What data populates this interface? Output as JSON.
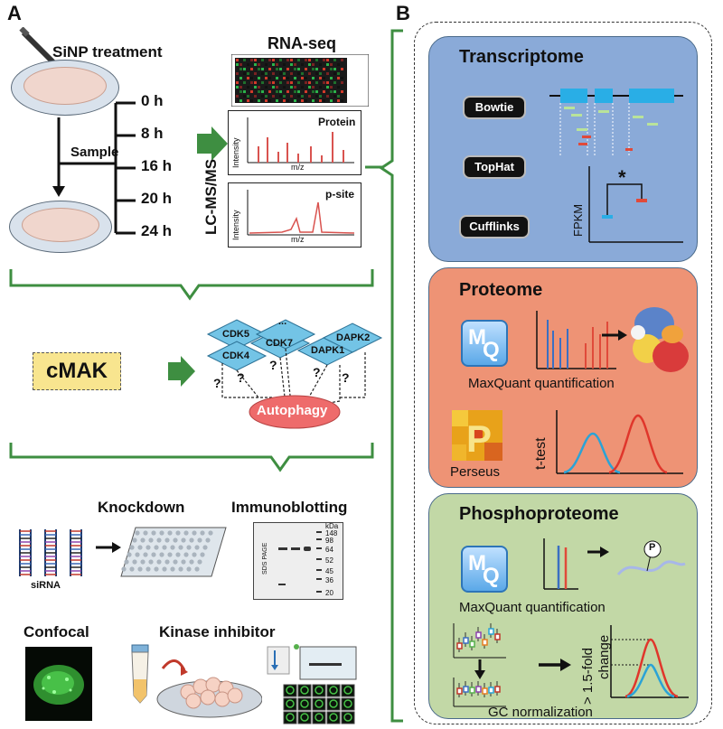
{
  "panel_a": {
    "label": "A",
    "treatment": "SiNP treatment",
    "sample": "Sample",
    "timepoints": [
      "0 h",
      "8 h",
      "16 h",
      "20 h",
      "24 h"
    ],
    "rnaseq": "RNA-seq",
    "lcms": "LC-MS/MS",
    "protein_label": "Protein",
    "psite_label": "p-site",
    "intensity": "Intensity",
    "mz": "m/z",
    "cmak": "cMAK",
    "kinases": [
      "CDK5",
      "CDK7",
      "...",
      "CDK4",
      "DAPK1",
      "DAPK2"
    ],
    "autophagy": "Autophagy",
    "question": "?",
    "knockdown": "Knockdown",
    "immunoblotting": "Immunoblotting",
    "sirna": "siRNA",
    "kda": "kDa",
    "sds": "SDS PAGE",
    "mw": [
      "148",
      "98",
      "64",
      "52",
      "45",
      "36",
      "20"
    ],
    "confocal": "Confocal",
    "kinase_inhibitor": "Kinase inhibitor"
  },
  "panel_b": {
    "label": "B",
    "transcriptome": "Transcriptome",
    "tools": [
      "Bowtie",
      "TopHat",
      "Cufflinks"
    ],
    "fpkm": "FPKM",
    "star": "*",
    "proteome": "Proteome",
    "mq_letters": [
      "M",
      "Q"
    ],
    "maxquant": "MaxQuant quantification",
    "perseus": "Perseus",
    "ttest": "t-test",
    "phosphoproteome": "Phosphoproteome",
    "p_symbol": "P",
    "fold": "> 1.5-fold",
    "change": "change",
    "gc": "GC normalization"
  },
  "colors": {
    "transcriptome_bg": "#8aaad8",
    "proteome_bg": "#ee9375",
    "phospho_bg": "#c2d8a6",
    "bracket_green": "#3e8e41",
    "diamond_blue": "#73c4e6",
    "autophagy_red": "#ee6b6b",
    "cmak_bg": "#f8e58f"
  }
}
